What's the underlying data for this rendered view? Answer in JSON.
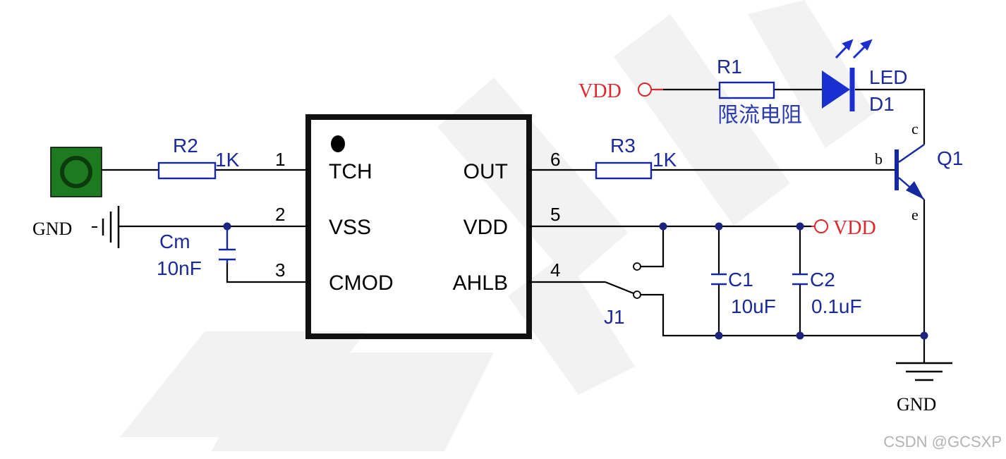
{
  "chip": {
    "pin1_num": "1",
    "pin2_num": "2",
    "pin3_num": "3",
    "pin4_num": "4",
    "pin5_num": "5",
    "pin6_num": "6",
    "pin1": "TCH",
    "pin2": "VSS",
    "pin3": "CMOD",
    "pin4": "AHLB",
    "pin5": "VDD",
    "pin6": "OUT"
  },
  "r2": {
    "name": "R2",
    "value": "1K"
  },
  "r3": {
    "name": "R3",
    "value": "1K"
  },
  "r1": {
    "name": "R1",
    "desc": "限流电阻"
  },
  "cm": {
    "name": "Cm",
    "value": "10nF"
  },
  "c1": {
    "name": "C1",
    "value": "10uF"
  },
  "c2": {
    "name": "C2",
    "value": "0.1uF"
  },
  "j1": {
    "name": "J1"
  },
  "d1": {
    "type": "LED",
    "name": "D1"
  },
  "q1": {
    "name": "Q1",
    "base": "b",
    "collector": "c",
    "emitter": "e"
  },
  "nets": {
    "vdd_top": "VDD",
    "vdd_right": "VDD",
    "gnd_left": "GND",
    "gnd_right": "GND"
  },
  "watermark": "CSDN @GCSXP",
  "colors": {
    "component": "#1428a0",
    "net_label": "#e0262a",
    "touch_pad": "#1e7a1e",
    "wire": "#000000"
  }
}
